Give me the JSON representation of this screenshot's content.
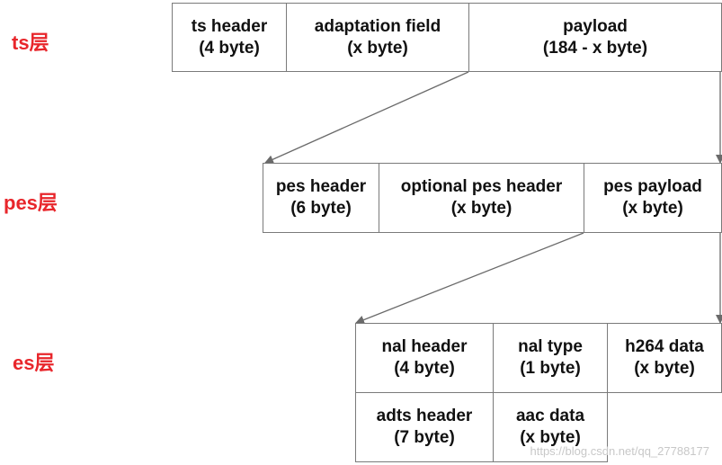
{
  "layers": {
    "ts": {
      "label": "ts层",
      "cells": [
        {
          "name": "ts header",
          "size": "(4 byte)"
        },
        {
          "name": "adaptation field",
          "size": "(x byte)"
        },
        {
          "name": "payload",
          "size": "(184 - x byte)"
        }
      ]
    },
    "pes": {
      "label": "pes层",
      "cells": [
        {
          "name": "pes  header",
          "size": "(6 byte)"
        },
        {
          "name": "optional pes  header",
          "size": "(x byte)"
        },
        {
          "name": "pes  payload",
          "size": "(x byte)"
        }
      ]
    },
    "es": {
      "label": "es层",
      "cells": [
        {
          "name": "nal  header",
          "size": "(4 byte)"
        },
        {
          "name": "nal  type",
          "size": "(1 byte)"
        },
        {
          "name": "h264  data",
          "size": "(x byte)"
        },
        {
          "name": "adts  header",
          "size": "(7 byte)"
        },
        {
          "name": "aac  data",
          "size": "(x byte)"
        }
      ]
    }
  },
  "colors": {
    "layer_label": "#e8262b",
    "border": "#7a7a7a",
    "arrow": "#6a6a6a"
  },
  "watermark": "https://blog.csdn.net/qq_27788177"
}
